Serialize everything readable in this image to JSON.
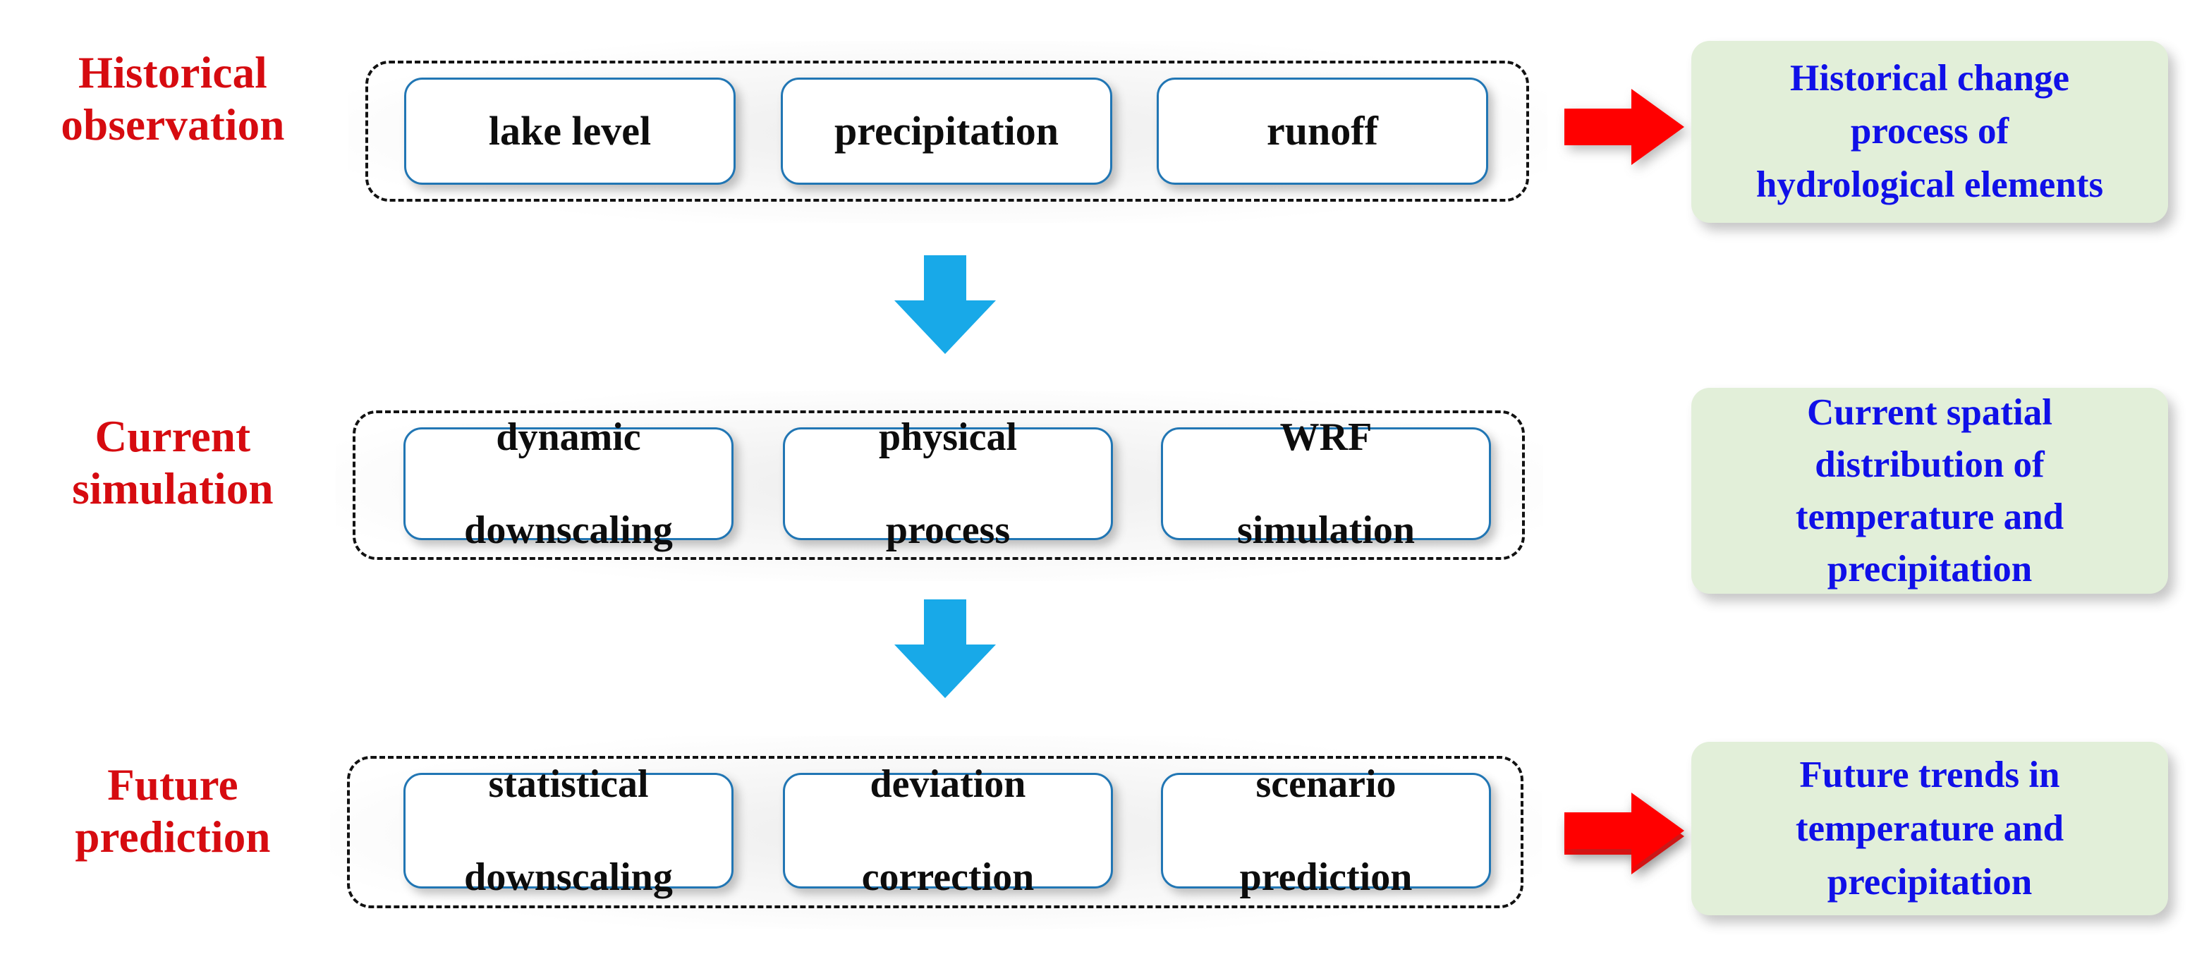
{
  "colors": {
    "stage_label_red": "#D60B10",
    "box_border_blue": "#2176B4",
    "box_text_black": "#0D0D0D",
    "result_bg_green": "#E2EFD9",
    "result_text_blue": "#1010E8",
    "arrow_red": "#FF0000",
    "arrow_blue": "#18A9E8",
    "dash_black": "#121212",
    "page_background": "#FFFFFF"
  },
  "rows": [
    {
      "stage_label": "Historical\nobservation",
      "stage_label_lines": [
        "Historical",
        "observation"
      ],
      "items": [
        "lake level",
        "precipitation",
        "runoff"
      ],
      "item_lines": [
        [
          "lake level"
        ],
        [
          "precipitation"
        ],
        [
          "runoff"
        ]
      ],
      "arrow": "red-right-arrow",
      "result": "Historical change process of hydrological elements",
      "result_lines": [
        "Historical change",
        "process of",
        "hydrological elements"
      ]
    },
    {
      "stage_label": "Current\nsimulation",
      "stage_label_lines": [
        "Current",
        "simulation"
      ],
      "items": [
        "dynamic downscaling",
        "physical process",
        "WRF simulation"
      ],
      "item_lines": [
        [
          "dynamic",
          "downscaling"
        ],
        [
          "physical",
          "process"
        ],
        [
          "WRF",
          "simulation"
        ]
      ],
      "arrow": "red-right-arrow",
      "result": "Current spatial distribution of temperature and precipitation",
      "result_lines": [
        "Current spatial",
        "distribution of",
        "temperature and",
        "precipitation"
      ]
    },
    {
      "stage_label": "Future\nprediction",
      "stage_label_lines": [
        "Future",
        "prediction"
      ],
      "items": [
        "statistical downscaling",
        "deviation correction",
        "scenario prediction"
      ],
      "item_lines": [
        [
          "statistical",
          "downscaling"
        ],
        [
          "deviation",
          "correction"
        ],
        [
          "scenario",
          "prediction"
        ]
      ],
      "arrow": "red-right-arrow",
      "result": "Future trends in temperature and precipitation",
      "result_lines": [
        "Future trends in",
        "temperature and",
        "precipitation"
      ]
    }
  ],
  "connectors": [
    {
      "name": "blue-down-arrow-1",
      "from_row": 0,
      "to_row": 1
    },
    {
      "name": "blue-down-arrow-2",
      "from_row": 1,
      "to_row": 2
    }
  ],
  "flat": {
    "row0": {
      "label_l1": "Historical",
      "label_l2": "observation",
      "item0_l1": "lake level",
      "item1_l1": "precipitation",
      "item2_l1": "runoff",
      "res_l1": "Historical change",
      "res_l2": "process of",
      "res_l3": "hydrological elements"
    },
    "row1": {
      "label_l1": "Current",
      "label_l2": "simulation",
      "item0_l1": "dynamic",
      "item0_l2": "downscaling",
      "item1_l1": "physical",
      "item1_l2": "process",
      "item2_l1": "WRF",
      "item2_l2": "simulation",
      "res_l1": "Current spatial",
      "res_l2": "distribution of",
      "res_l3": "temperature and",
      "res_l4": "precipitation"
    },
    "row2": {
      "label_l1": "Future",
      "label_l2": "prediction",
      "item0_l1": "statistical",
      "item0_l2": "downscaling",
      "item1_l1": "deviation",
      "item1_l2": "correction",
      "item2_l1": "scenario",
      "item2_l2": "prediction",
      "res_l1": "Future trends in",
      "res_l2": "temperature and",
      "res_l3": "precipitation"
    }
  }
}
